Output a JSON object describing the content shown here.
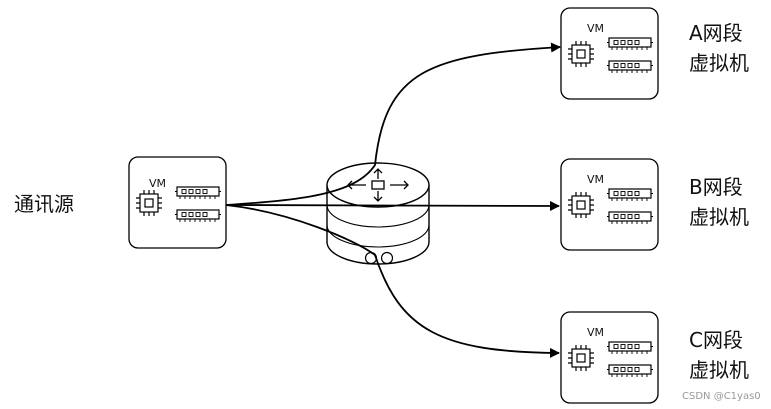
{
  "source": {
    "label": "通讯源",
    "vm_label": "VM"
  },
  "targets": [
    {
      "vm_label": "VM",
      "line1": "A网段",
      "line2": "虚拟机"
    },
    {
      "vm_label": "VM",
      "line1": "B网段",
      "line2": "虚拟机"
    },
    {
      "vm_label": "VM",
      "line1": "C网段",
      "line2": "虚拟机"
    }
  ],
  "watermark": "CSDN @C1yas0"
}
